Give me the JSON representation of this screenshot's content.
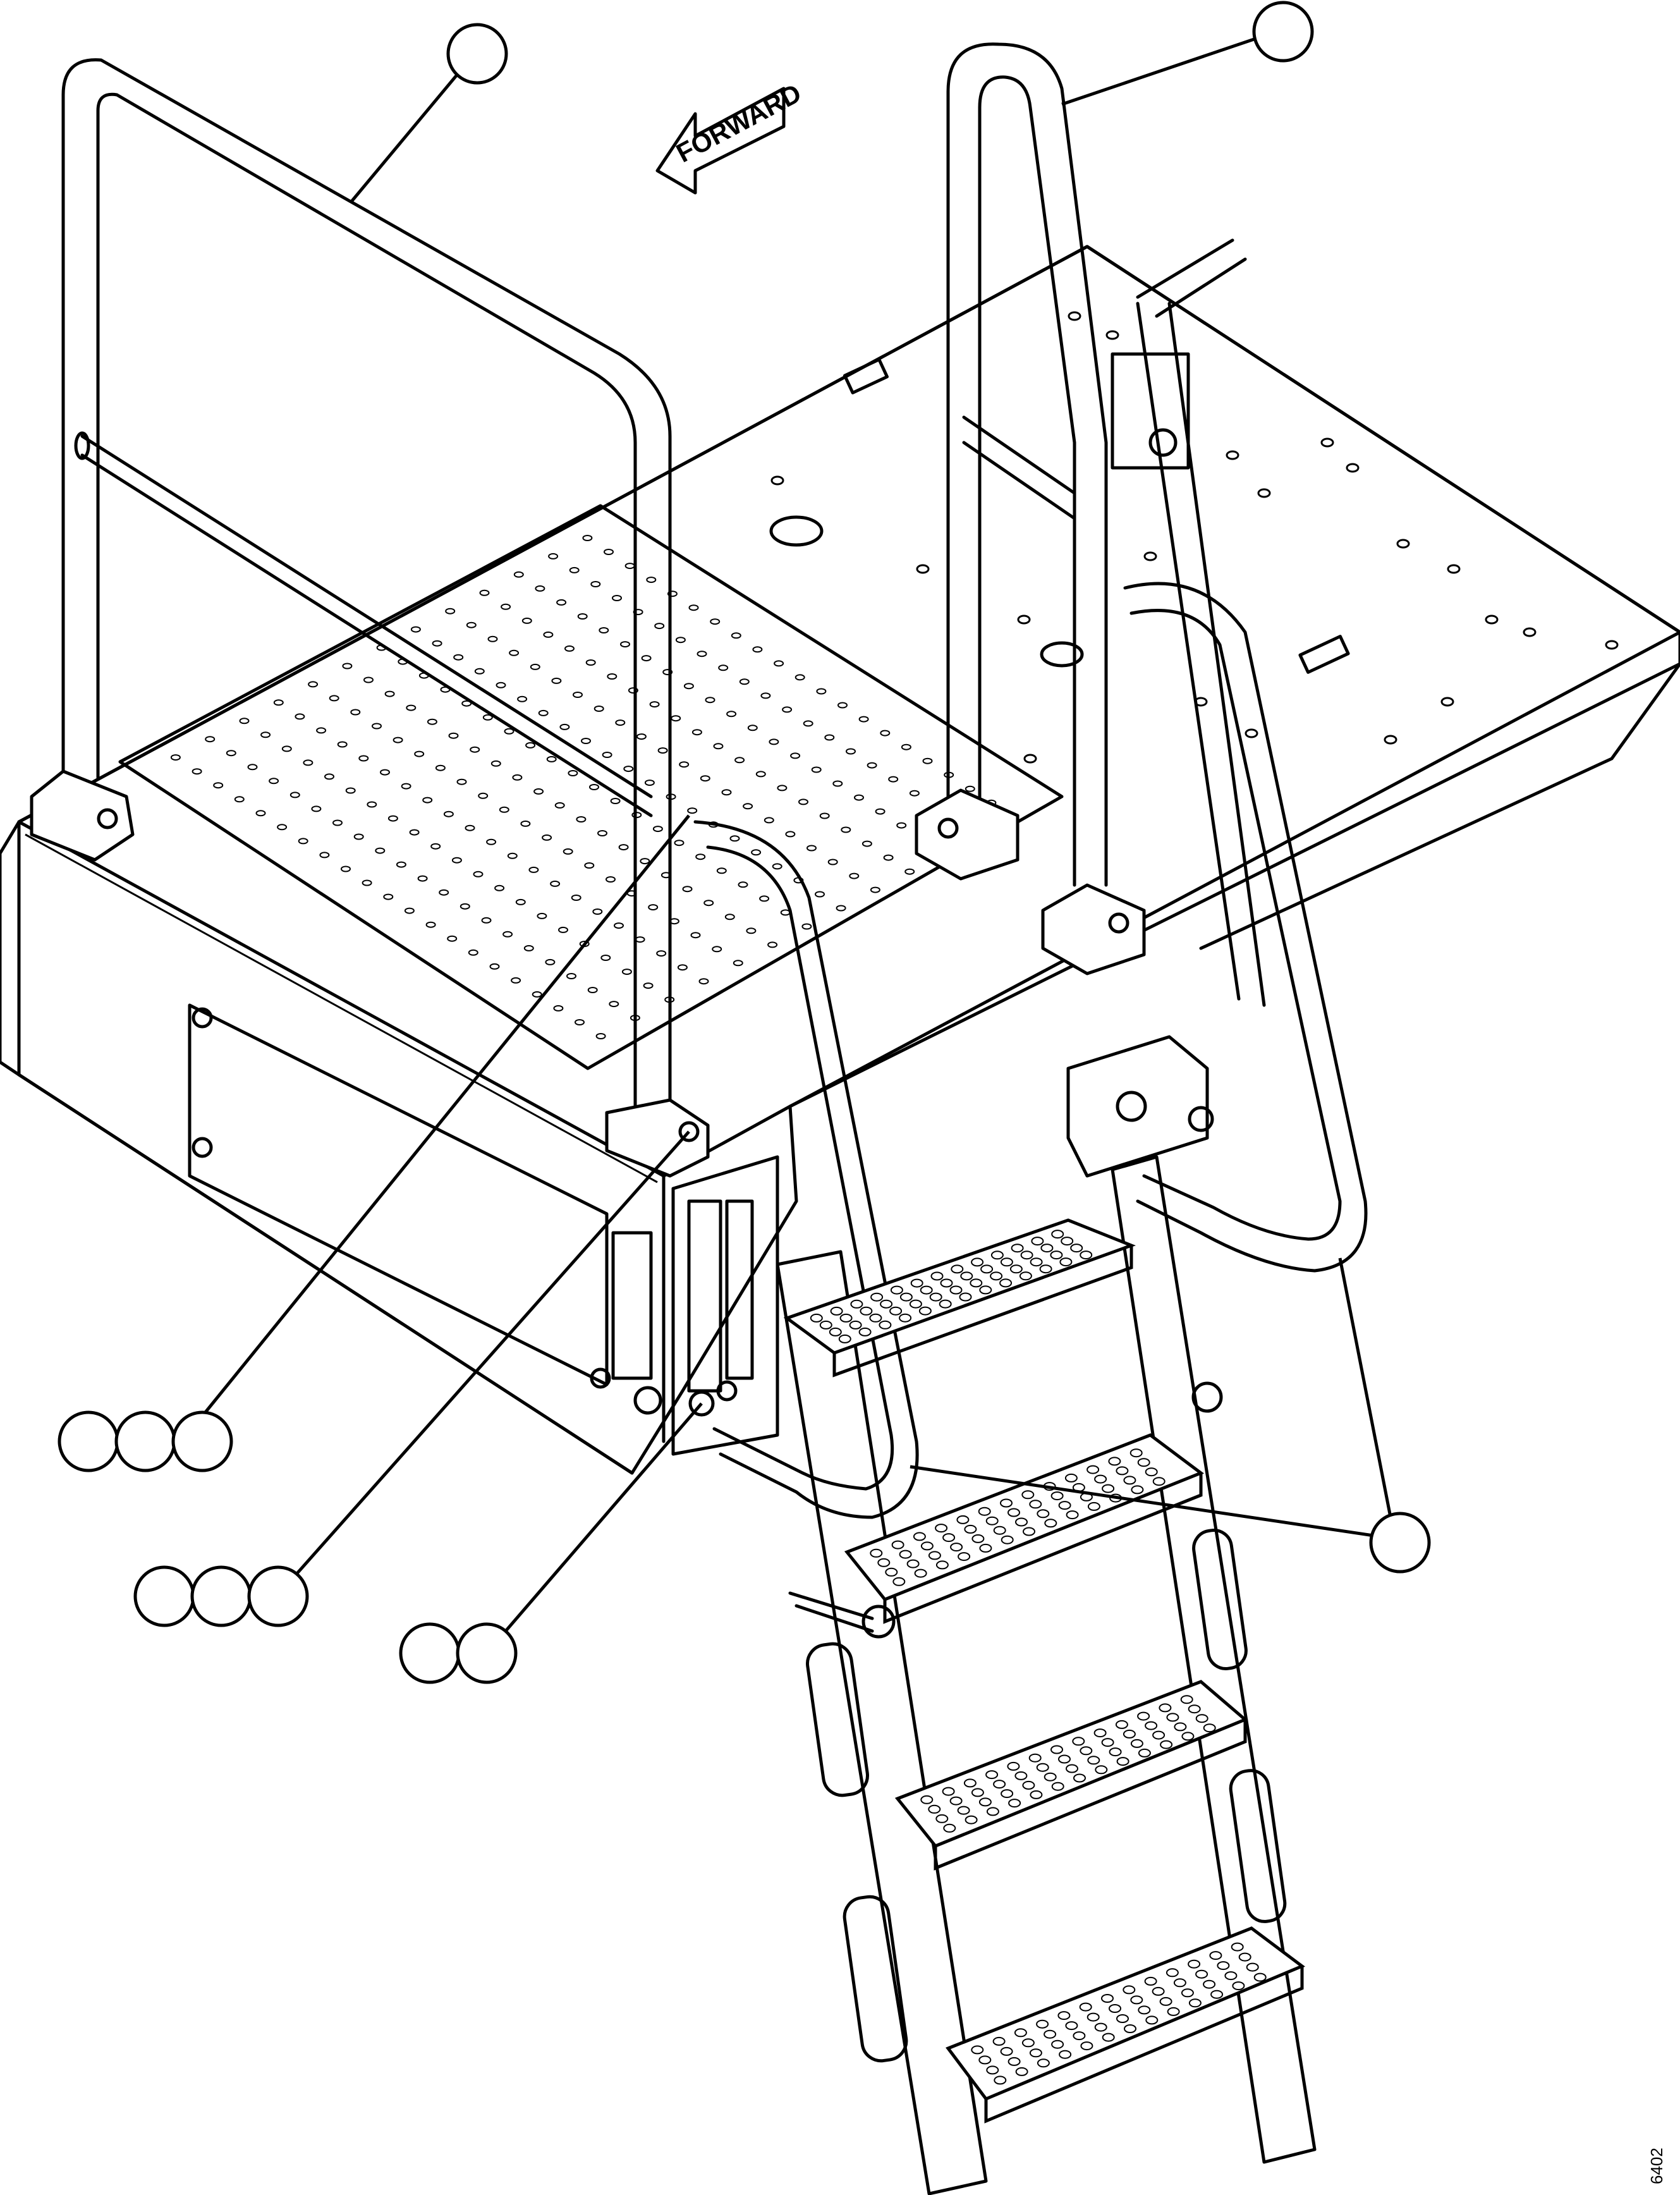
{
  "diagram": {
    "arrow_label": "FORWARD",
    "drawing_number": "6402"
  },
  "callouts": [
    {
      "id": "c1",
      "label": ""
    },
    {
      "id": "c2",
      "label": ""
    },
    {
      "id": "c3",
      "label": ""
    },
    {
      "id": "c4",
      "label": ""
    },
    {
      "id": "c5",
      "label": ""
    }
  ],
  "colors": {
    "line": "#000000",
    "background": "#ffffff"
  }
}
